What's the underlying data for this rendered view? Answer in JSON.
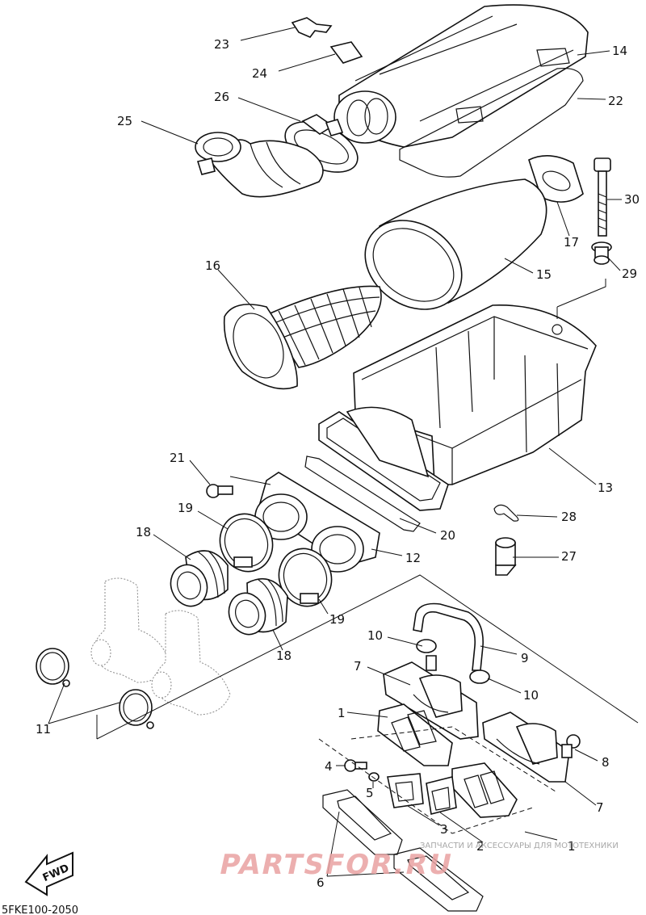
{
  "diagram": {
    "labels": [
      "23",
      "24",
      "25",
      "26",
      "14",
      "22",
      "17",
      "30",
      "29",
      "15",
      "16",
      "13",
      "21",
      "19",
      "28",
      "20",
      "12",
      "18",
      "27",
      "10",
      "9",
      "7",
      "11",
      "1",
      "8",
      "4",
      "5",
      "3",
      "2",
      "6"
    ],
    "code": "5FKE100-2050",
    "fwd": "FWD",
    "watermark": {
      "small_text": "ЗАПЧАСТИ И АКСЕССУАРЫ ДЛЯ МОТОТЕХНИКИ",
      "big_text": "PARTSFOR.RU"
    }
  }
}
